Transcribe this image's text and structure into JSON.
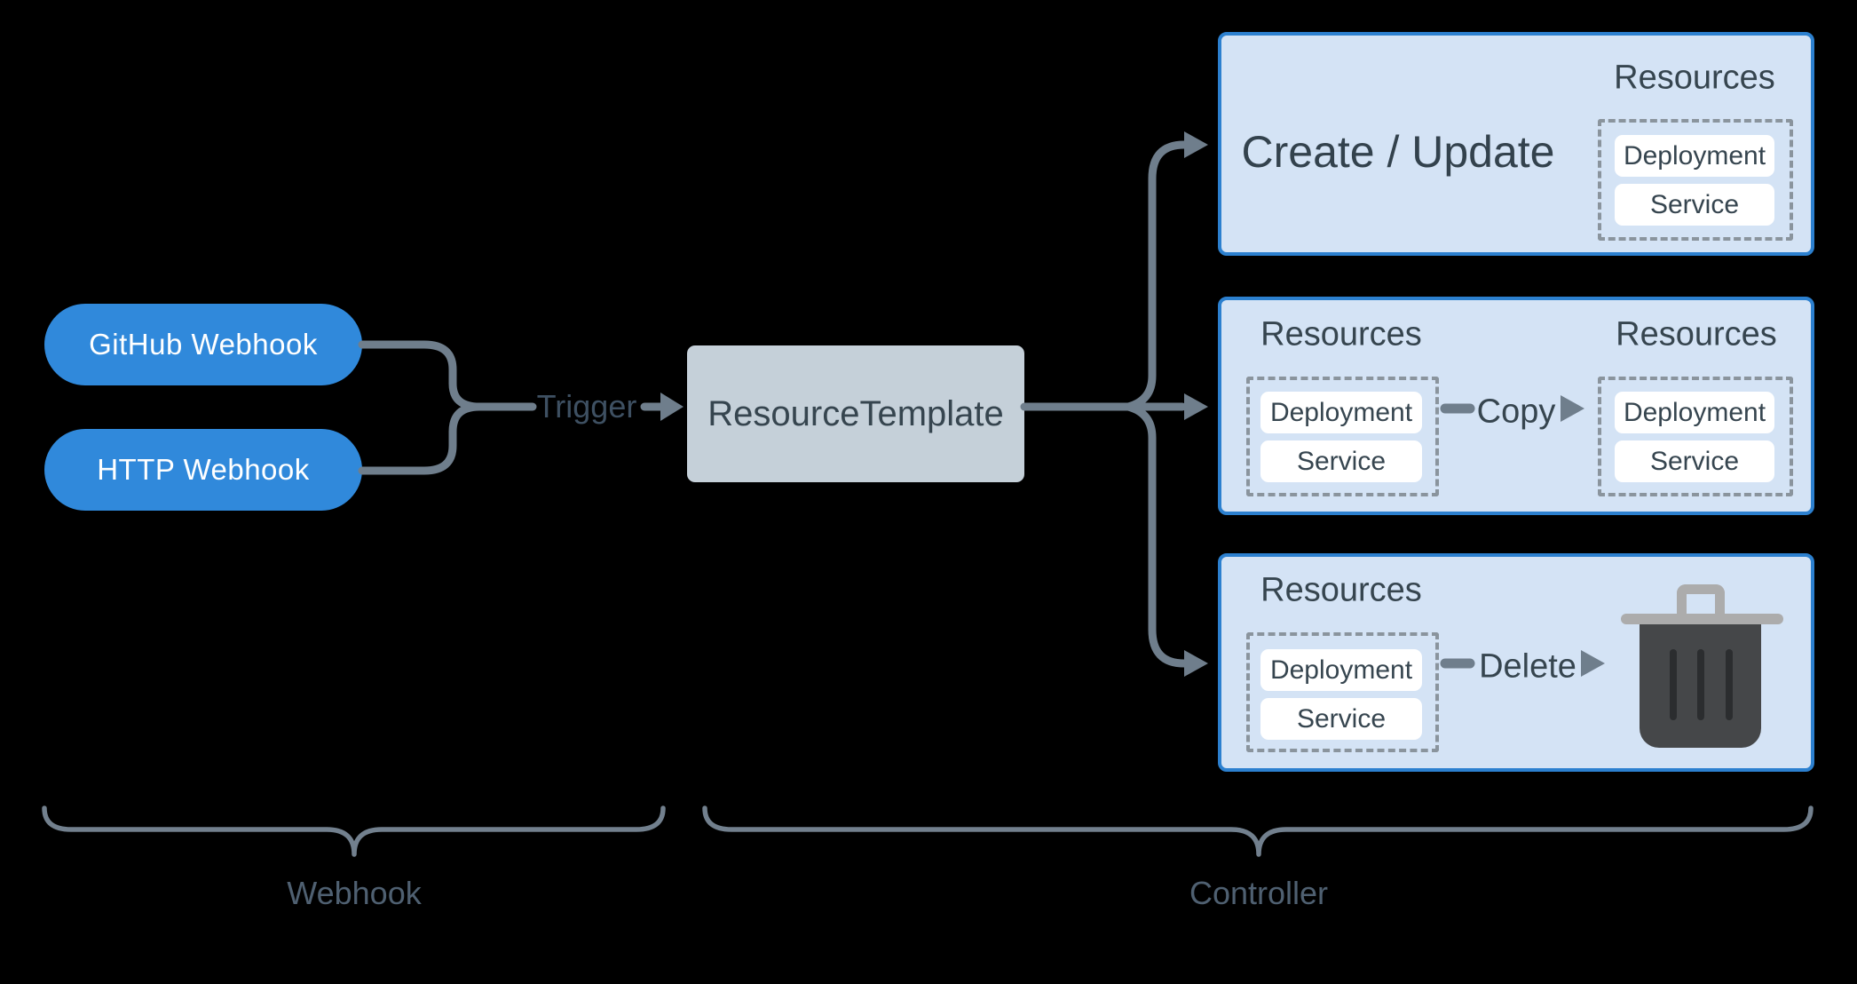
{
  "colors": {
    "background": "#000000",
    "pill_blue": "#3089DB",
    "box_border_blue": "#2C80CF",
    "box_fill_blue": "#D4E3F5",
    "template_fill": "#C5D0D9",
    "connector_gray": "#6F7E8C",
    "brace_gray": "#72808E",
    "text_dark": "#36454F",
    "dashed_border": "#8A949D",
    "trash_lid": "#ACACAC",
    "trash_body": "#454749"
  },
  "sources": [
    {
      "label": "GitHub Webhook"
    },
    {
      "label": "HTTP Webhook"
    }
  ],
  "trigger": {
    "label": "Trigger"
  },
  "template": {
    "label": "ResourceTemplate"
  },
  "controller": {
    "create_update": {
      "title": "Create / Update",
      "resources_label": "Resources",
      "items": [
        {
          "label": "Deployment"
        },
        {
          "label": "Service"
        }
      ]
    },
    "copy": {
      "left_resources_label": "Resources",
      "right_resources_label": "Resources",
      "action_label": "Copy",
      "left_items": [
        {
          "label": "Deployment"
        },
        {
          "label": "Service"
        }
      ],
      "right_items": [
        {
          "label": "Deployment"
        },
        {
          "label": "Service"
        }
      ]
    },
    "delete": {
      "resources_label": "Resources",
      "action_label": "Delete",
      "trash_icon": "trash-can"
    }
  },
  "braces": {
    "left_label": "Webhook",
    "right_label": "Controller"
  }
}
